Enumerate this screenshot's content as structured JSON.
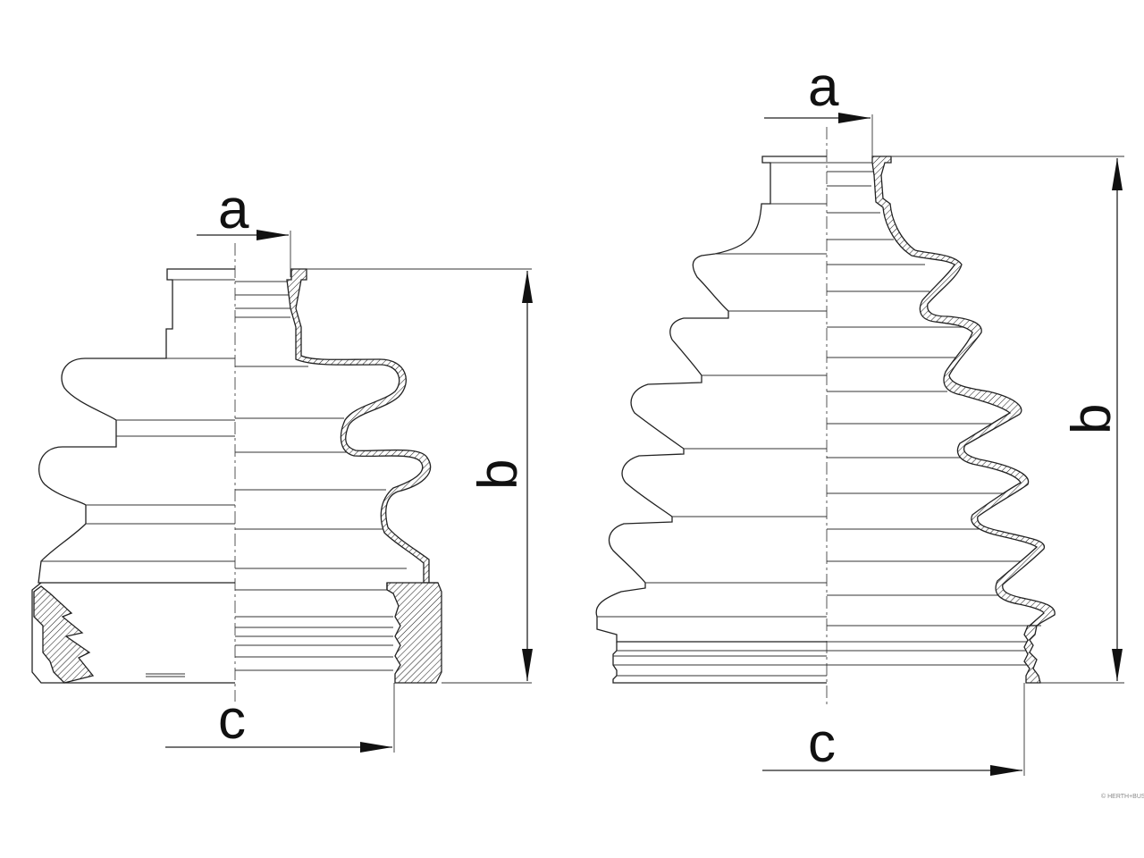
{
  "diagram": {
    "left_boot": {
      "dimension_a": "a",
      "dimension_b": "b",
      "dimension_c": "c"
    },
    "right_boot": {
      "dimension_a": "a",
      "dimension_b": "b",
      "dimension_c": "c"
    },
    "watermark": "© HERTH+BUSS",
    "colors": {
      "line": "#222222",
      "background": "#ffffff"
    }
  }
}
